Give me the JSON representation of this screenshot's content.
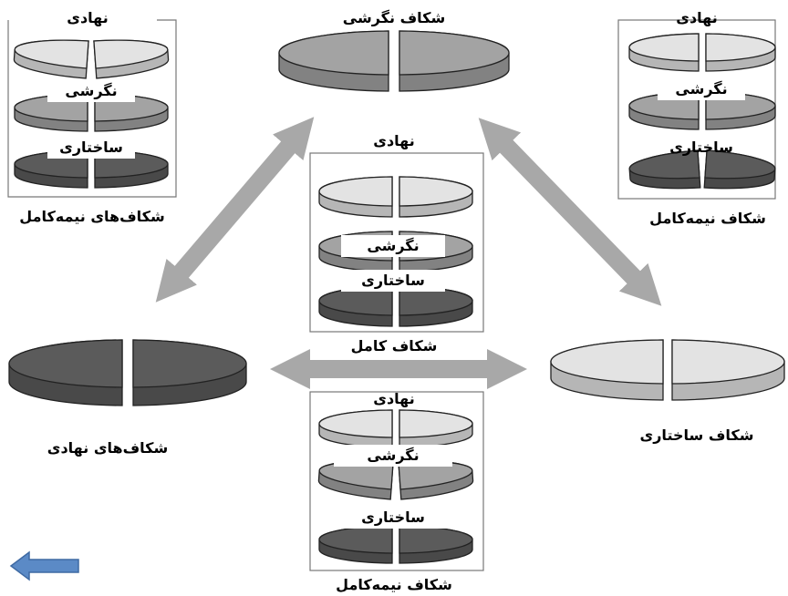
{
  "colors": {
    "dark": "#5b5b5b",
    "mid": "#a3a3a3",
    "light": "#e3e3e3",
    "arrow": "#a8a8a8",
    "back": "#5b8ac6"
  },
  "top": {
    "title": "شکاف نگرشی"
  },
  "left": {
    "title": "شکاف‌های نهادی"
  },
  "right": {
    "title": "شکاف ساختاری"
  },
  "center": {
    "top_label": "نهادی",
    "mid_label": "نگرشی",
    "bottom_label": "ساختاری",
    "caption": "شکاف کامل"
  },
  "top_left_box": {
    "top_label": "نهادی",
    "mid_label": "نگرشی",
    "bottom_label": "ساختاری",
    "caption": "شکاف‌های نیمه‌کامل"
  },
  "top_right_box": {
    "top_label": "نهادی",
    "mid_label": "نگرشی",
    "bottom_label": "ساختاری",
    "caption": "شکاف نیمه‌کامل"
  },
  "bottom_box": {
    "top_label": "نهادی",
    "mid_label": "نگرشی",
    "bottom_label": "ساختاری",
    "caption": "شکاف نیمه‌کامل"
  },
  "nav": {
    "back_icon": "arrow-left-icon"
  }
}
